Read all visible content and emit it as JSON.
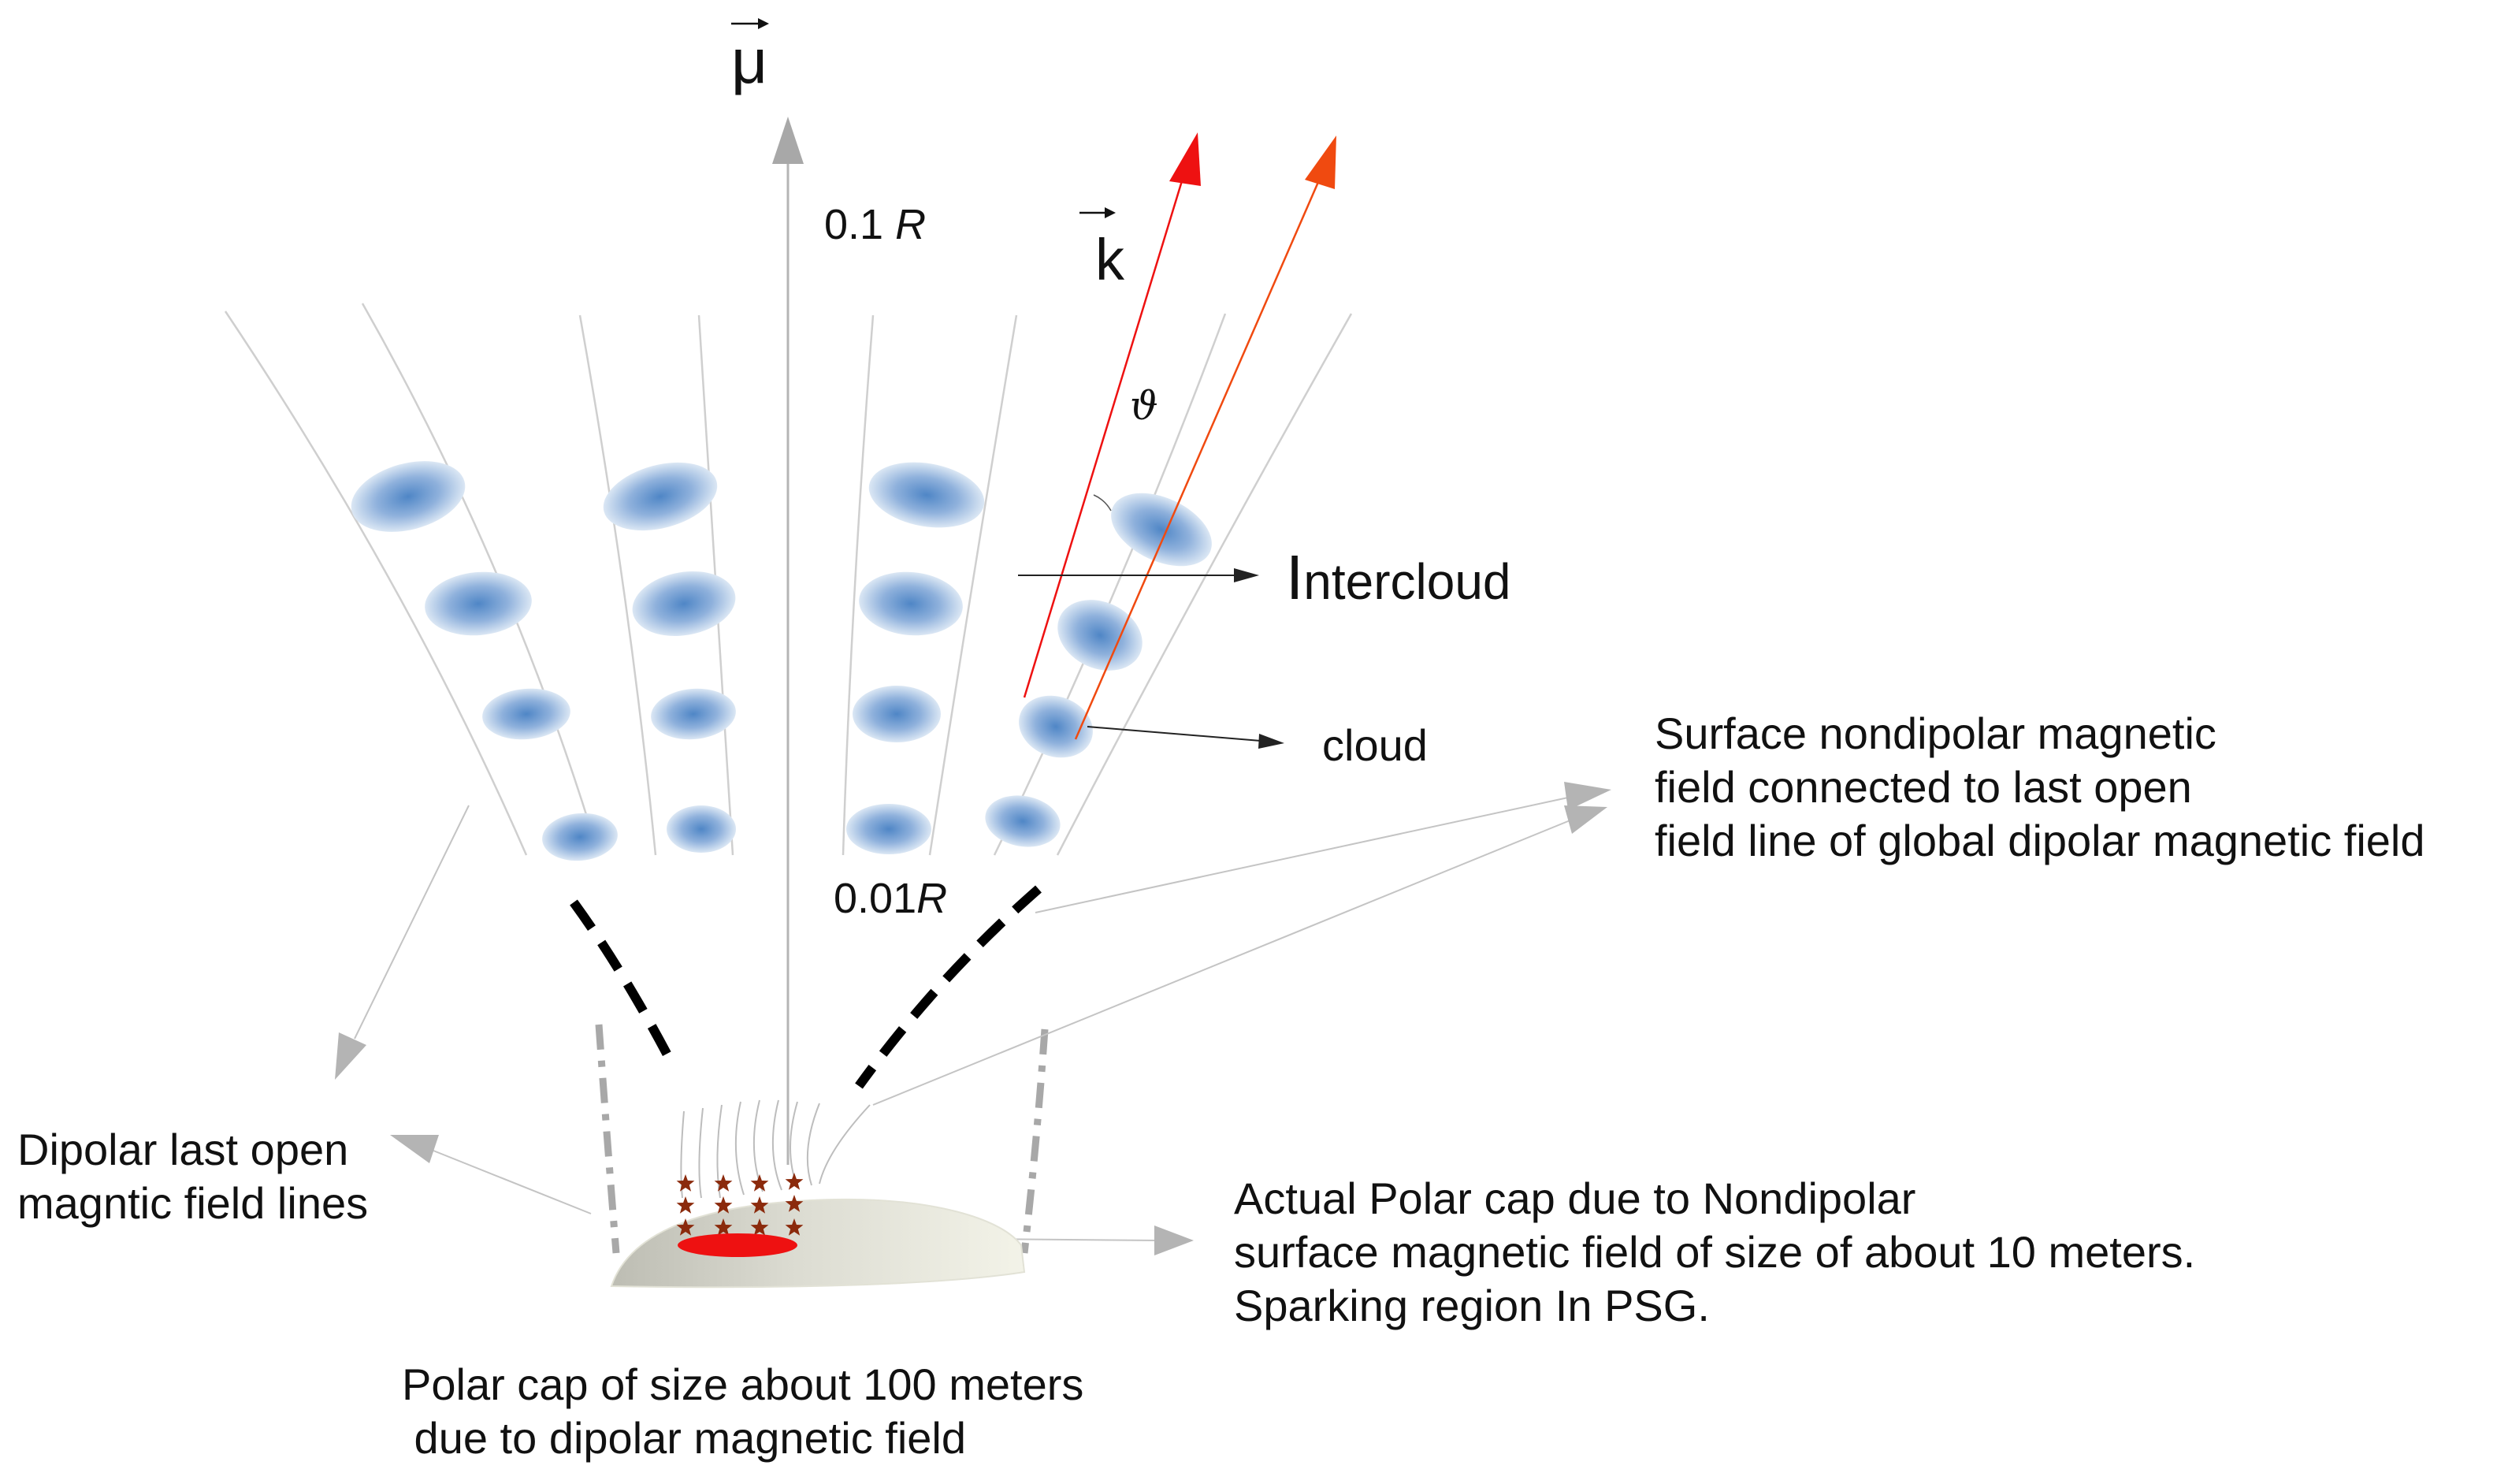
{
  "labels": {
    "mu": "μ",
    "k": "k",
    "radius_high_num": "0.1",
    "radius_high_sym": "R",
    "radius_low_num": "0.01",
    "radius_low_sym": "R",
    "theta": "ϑ",
    "intercloud_initial": "I",
    "intercloud_rest": "ntercloud",
    "cloud": "cloud",
    "nondipolar_line1": "Surface nondipolar magnetic",
    "nondipolar_line2": "field connected to last open",
    "nondipolar_line3": "field line of global dipolar magnetic field",
    "dipolar_line1": "Dipolar last open",
    "dipolar_line2": "magntic field lines",
    "actual_line1": "Actual Polar cap due to Nondipolar",
    "actual_line2": "surface magnetic field of size of about 10 meters.",
    "actual_line3": "Sparking region In PSG.",
    "polarcap_line1": "Polar cap of size about 100 meters",
    "polarcap_line2": " due to dipolar magnetic field"
  },
  "icons": {
    "spark": "star-icon",
    "arrow": "arrowhead-icon"
  },
  "colors": {
    "cloud_center": "#4f86c6",
    "cloud_edge": "#d8e6f4",
    "wave_vector_1": "#ee1111",
    "wave_vector_2": "#f04a10",
    "spark_star": "#8b2a0c",
    "sparking_region": "#ee1111",
    "field_line": "#cfcfcf",
    "pointer_arrow": "#b0b0b0",
    "dashed_field": "#000000",
    "dipolar_field": "#a8a8a8"
  }
}
